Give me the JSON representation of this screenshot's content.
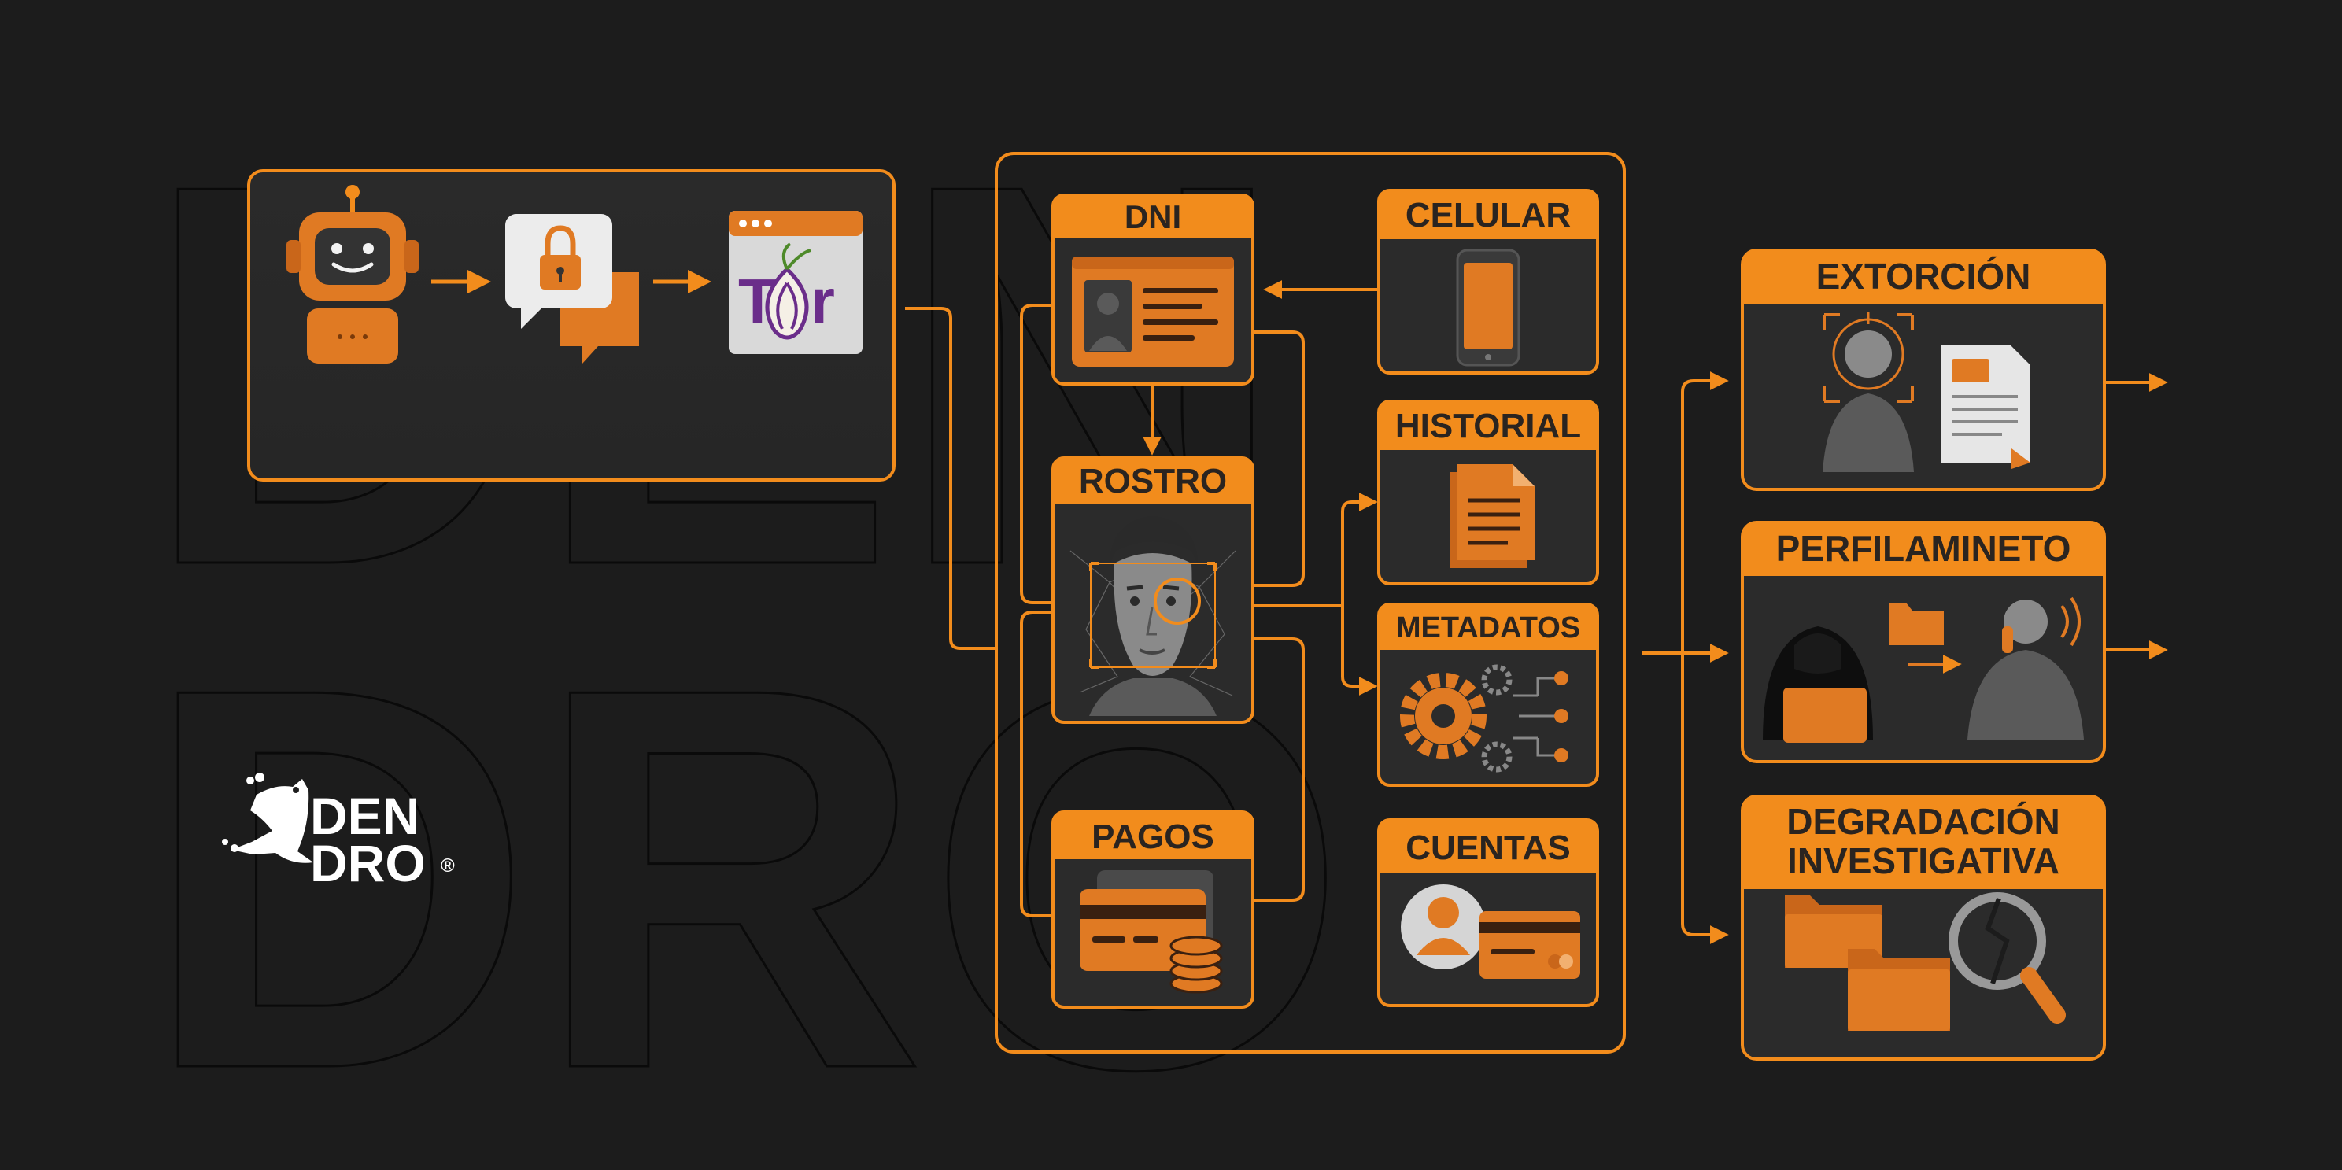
{
  "brand": {
    "line1": "DEN",
    "line2": "DRO",
    "registered": "®",
    "watermark_line1": "DEN",
    "watermark_line2": "DRO"
  },
  "colors": {
    "background": "#1c1c1c",
    "accent": "#f28c1c",
    "panel": "#2b2b2b",
    "label_text": "#2a2420"
  },
  "source": {
    "icons": [
      "robot-icon",
      "locked-chat-icon",
      "tor-browser-icon"
    ],
    "tor_text": "Tor"
  },
  "data_nodes": {
    "dni": "DNI",
    "celular": "CELULAR",
    "rostro": "ROSTRO",
    "historial": "HISTORIAL",
    "metadatos": "METADATOS",
    "pagos": "PAGOS",
    "cuentas": "CUENTAS"
  },
  "outcomes": {
    "extorcion": "EXTORCIÓN",
    "perfilamiento": "PERFILAMINETO",
    "degradacion_1": "DEGRADACIÓN",
    "degradacion_2": "INVESTIGATIVA"
  }
}
